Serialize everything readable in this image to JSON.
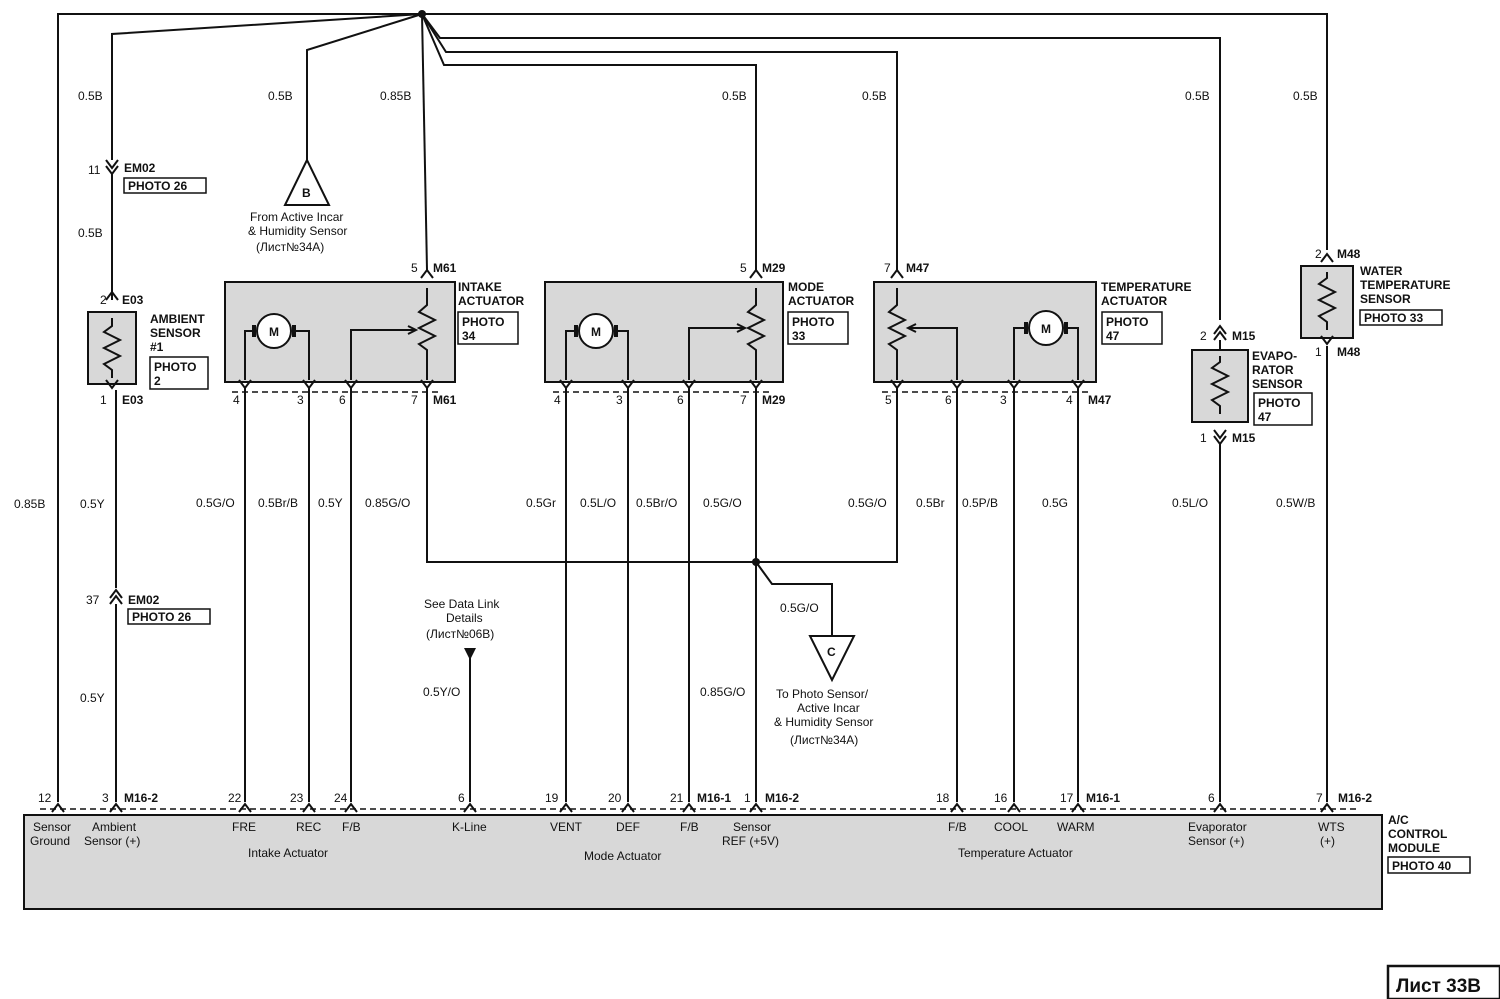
{
  "top_wires": {
    "w1": "0.5B",
    "w2": "0.5B",
    "w3": "0.85B",
    "w4": "0.5B",
    "w5": "0.5B",
    "w6": "0.5B",
    "w7": "0.5B"
  },
  "ambient": {
    "c1_pin": "11",
    "c1_name": "EM02",
    "c1_photo": "PHOTO 26",
    "wire_mid": "0.5B",
    "pin_top": "2",
    "conn_top": "E03",
    "name1": "AMBIENT",
    "name2": "SENSOR",
    "name3": "#1",
    "photo1": "PHOTO",
    "photo2": "2",
    "pin_bot": "1",
    "conn_bot": "E03",
    "wire_low": "0.5Y",
    "c2_pin": "37",
    "c2_name": "EM02",
    "c2_photo": "PHOTO 26",
    "wire_bottom": "0.5Y"
  },
  "left_ground_wire": "0.85B",
  "source_b": {
    "letter": "B",
    "line1": "From Active Incar",
    "line2": "& Humidity Sensor",
    "line3": "(Лист№34А)"
  },
  "intake": {
    "name1": "INTAKE",
    "name2": "ACTUATOR",
    "photo1": "PHOTO",
    "photo2": "34",
    "pin_top": "5",
    "conn_top": "M61",
    "conn_bot": "M61",
    "pins": [
      "4",
      "3",
      "6",
      "7"
    ],
    "wires": [
      "0.5G/O",
      "0.5Br/B",
      "0.5Y",
      "0.85G/O"
    ]
  },
  "mode": {
    "name1": "MODE",
    "name2": "ACTUATOR",
    "photo1": "PHOTO",
    "photo2": "33",
    "pin_top": "5",
    "conn_top": "M29",
    "conn_bot": "M29",
    "pins": [
      "4",
      "3",
      "6",
      "7"
    ],
    "wires": [
      "0.5Gr",
      "0.5L/O",
      "0.5Br/O",
      "0.5G/O"
    ]
  },
  "temp": {
    "name1": "TEMPERATURE",
    "name2": "ACTUATOR",
    "photo1": "PHOTO",
    "photo2": "47",
    "pin_top": "7",
    "conn_top": "M47",
    "conn_bot": "M47",
    "pins": [
      "5",
      "6",
      "3",
      "4"
    ],
    "wires": [
      "0.5G/O",
      "0.5Br",
      "0.5P/B",
      "0.5G"
    ]
  },
  "evap": {
    "pin_top": "2",
    "conn_top": "M15",
    "name1": "EVAPO-",
    "name2": "RATOR",
    "name3": "SENSOR",
    "photo1": "PHOTO",
    "photo2": "47",
    "pin_bot": "1",
    "conn_bot": "M15",
    "wire": "0.5L/O"
  },
  "wts": {
    "pin_top": "2",
    "conn_top": "M48",
    "name1": "WATER",
    "name2": "TEMPERATURE",
    "name3": "SENSOR",
    "photo": "PHOTO 33",
    "pin_bot": "1",
    "conn_bot": "M48",
    "wire": "0.5W/B"
  },
  "data_link": {
    "line1": "See Data Link",
    "line2": "Details",
    "line3": "(Лист№06В)",
    "wire": "0.5Y/O"
  },
  "ref_wire": "0.85G/O",
  "splice_wire": "0.5G/O",
  "dest_c": {
    "letter": "C",
    "line1": "To Photo Sensor/",
    "line2": "Active Incar",
    "line3": "& Humidity Sensor",
    "line4": "(Лист№34А)"
  },
  "module": {
    "pins": {
      "p12": "12",
      "p3": "3",
      "p22": "22",
      "p23": "23",
      "p24": "24",
      "p6a": "6",
      "p19": "19",
      "p20": "20",
      "p21": "21",
      "p1": "1",
      "p18": "18",
      "p16": "16",
      "p17": "17",
      "p6b": "6",
      "p7": "7"
    },
    "conns": {
      "c1": "M16-2",
      "c2": "M16-1",
      "c3": "M16-2",
      "c4": "M16-1",
      "c5": "M16-2"
    },
    "labels": {
      "sensor_ground_1": "Sensor",
      "sensor_ground_2": "Ground",
      "ambient_1": "Ambient",
      "ambient_2": "Sensor (+)",
      "fre": "FRE",
      "rec": "REC",
      "fb1": "F/B",
      "intake_group": "Intake Actuator",
      "kline": "K-Line",
      "vent": "VENT",
      "def": "DEF",
      "fb2": "F/B",
      "mode_group": "Mode Actuator",
      "sref_1": "Sensor",
      "sref_2": "REF (+5V)",
      "fb3": "F/B",
      "cool": "COOL",
      "warm": "WARM",
      "temp_group": "Temperature Actuator",
      "evap_1": "Evaporator",
      "evap_2": "Sensor (+)",
      "wts_1": "WTS",
      "wts_2": "(+)"
    },
    "name1": "A/C",
    "name2": "CONTROL",
    "name3": "MODULE",
    "photo": "PHOTO 40"
  },
  "sheet": "Лист 33В"
}
